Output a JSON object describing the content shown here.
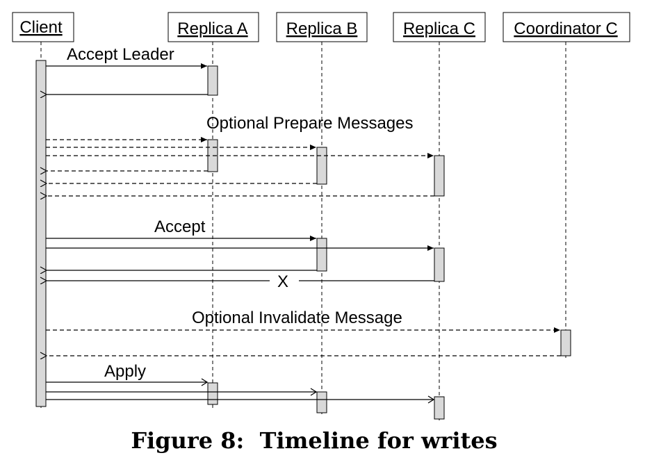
{
  "actors": [
    {
      "id": "client",
      "label": "Client"
    },
    {
      "id": "replica_a",
      "label": "Replica A"
    },
    {
      "id": "replica_b",
      "label": "Replica B"
    },
    {
      "id": "replica_c",
      "label": "Replica C"
    },
    {
      "id": "coord_c",
      "label": "Coordinator C"
    }
  ],
  "messages": {
    "accept_leader": "Accept Leader",
    "optional_prepare": "Optional Prepare Messages",
    "accept": "Accept",
    "lost_marker": "X",
    "optional_invalidate": "Optional Invalidate Message",
    "apply": "Apply"
  },
  "caption": "Figure 8:  Timeline for writes"
}
